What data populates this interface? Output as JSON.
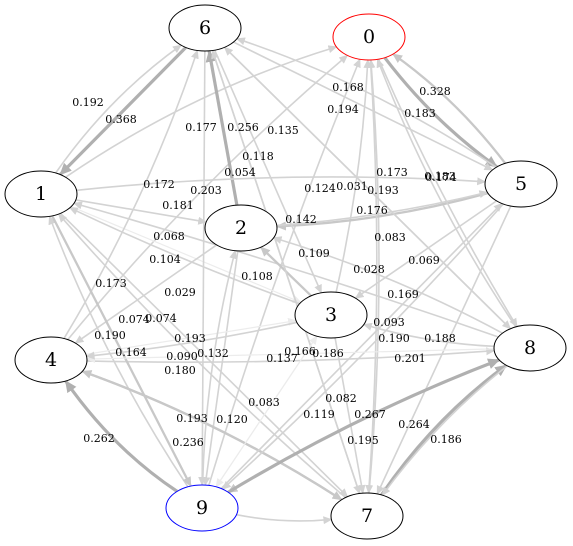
{
  "graph": {
    "kind": "directed-weighted-graph",
    "node_default_stroke": "#000000",
    "edge_colors": {
      "light": "#d3d3d3",
      "medium": "#c8c8c8",
      "heavy": "#b0b0b0",
      "faint": "#ececec"
    },
    "nodes": [
      {
        "id": "0",
        "label": "0",
        "stroke": "#ff0000"
      },
      {
        "id": "1",
        "label": "1"
      },
      {
        "id": "2",
        "label": "2"
      },
      {
        "id": "3",
        "label": "3"
      },
      {
        "id": "4",
        "label": "4"
      },
      {
        "id": "5",
        "label": "5"
      },
      {
        "id": "6",
        "label": "6"
      },
      {
        "id": "7",
        "label": "7"
      },
      {
        "id": "8",
        "label": "8"
      },
      {
        "id": "9",
        "label": "9",
        "stroke": "#0000ff"
      }
    ],
    "edges": [
      {
        "from": "0",
        "to": "5",
        "weight": "0.328"
      },
      {
        "from": "5",
        "to": "0",
        "weight": "0.183"
      },
      {
        "from": "1",
        "to": "0",
        "weight": "0.177"
      },
      {
        "from": "3",
        "to": "0",
        "weight": "0.194"
      },
      {
        "from": "8",
        "to": "0",
        "weight": "0.183"
      },
      {
        "from": "4",
        "to": "0",
        "weight": "0.203"
      },
      {
        "from": "9",
        "to": "0",
        "weight": "0.124"
      },
      {
        "from": "7",
        "to": "0",
        "weight": "0.193"
      },
      {
        "from": "6",
        "to": "1",
        "weight": "0.368"
      },
      {
        "from": "1",
        "to": "6",
        "weight": "0.192"
      },
      {
        "from": "1",
        "to": "2",
        "weight": "0.181"
      },
      {
        "from": "1",
        "to": "3",
        "weight": "0.029"
      },
      {
        "from": "1",
        "to": "7",
        "weight": "0.193"
      },
      {
        "from": "8",
        "to": "1",
        "weight": "0.104"
      },
      {
        "from": "9",
        "to": "1",
        "weight": "0.190"
      },
      {
        "from": "7",
        "to": "1",
        "weight": "0.173"
      },
      {
        "from": "2",
        "to": "6",
        "weight": "0.256"
      },
      {
        "from": "2",
        "to": "4",
        "weight": "0.068"
      },
      {
        "from": "2",
        "to": "9",
        "weight": "0.132"
      },
      {
        "from": "5",
        "to": "2",
        "weight": "0.142"
      },
      {
        "from": "8",
        "to": "2",
        "weight": "0.169"
      },
      {
        "from": "3",
        "to": "2",
        "weight": "0.108"
      },
      {
        "from": "6",
        "to": "3",
        "weight": "0.135"
      },
      {
        "from": "3",
        "to": "7",
        "weight": "0.186"
      },
      {
        "from": "8",
        "to": "3",
        "weight": "0.093"
      },
      {
        "from": "5",
        "to": "3",
        "weight": "0.028"
      },
      {
        "from": "9",
        "to": "3",
        "weight": "0.137"
      },
      {
        "from": "4",
        "to": "6",
        "weight": "0.172"
      },
      {
        "from": "4",
        "to": "3",
        "weight": "0.074"
      },
      {
        "from": "4",
        "to": "7",
        "weight": "0.193"
      },
      {
        "from": "4",
        "to": "8",
        "weight": "0.090"
      },
      {
        "from": "9",
        "to": "4",
        "weight": "0.262"
      },
      {
        "from": "7",
        "to": "4",
        "weight": "0.236"
      },
      {
        "from": "1",
        "to": "9",
        "weight": "0.164"
      },
      {
        "from": "6",
        "to": "5",
        "weight": "0.118"
      },
      {
        "from": "6",
        "to": "8",
        "weight": "0.173"
      },
      {
        "from": "7",
        "to": "6",
        "weight": "0.176"
      },
      {
        "from": "6",
        "to": "7",
        "weight": "0.109"
      },
      {
        "from": "5",
        "to": "6",
        "weight": "0.174"
      },
      {
        "from": "8",
        "to": "6",
        "weight": "0.031"
      },
      {
        "from": "2",
        "to": "5",
        "weight": "0.083"
      },
      {
        "from": "9",
        "to": "5",
        "weight": "0.119"
      },
      {
        "from": "5",
        "to": "7",
        "weight": "0.188"
      },
      {
        "from": "8",
        "to": "9",
        "weight": "0.195"
      },
      {
        "from": "9",
        "to": "8",
        "weight": "0.267"
      },
      {
        "from": "7",
        "to": "8",
        "weight": "0.264"
      },
      {
        "from": "0",
        "to": "8",
        "weight": "0.069"
      },
      {
        "from": "0",
        "to": "7",
        "weight": "0.190"
      },
      {
        "from": "3",
        "to": "9",
        "weight": "0.083"
      },
      {
        "from": "9",
        "to": "7",
        "weight": "0.082"
      },
      {
        "from": "8",
        "to": "7",
        "weight": "0.186"
      },
      {
        "from": "9",
        "to": "2",
        "weight": "0.054"
      },
      {
        "from": "5",
        "to": "9",
        "weight": "0.201"
      },
      {
        "from": "8",
        "to": "4",
        "weight": "0.180"
      },
      {
        "from": "3",
        "to": "4",
        "weight": "0.166"
      },
      {
        "from": "6",
        "to": "9",
        "weight": "0.120"
      },
      {
        "from": "3",
        "to": "1",
        "weight": "0.074"
      },
      {
        "from": "1",
        "to": "5",
        "weight": "0.168"
      }
    ]
  }
}
